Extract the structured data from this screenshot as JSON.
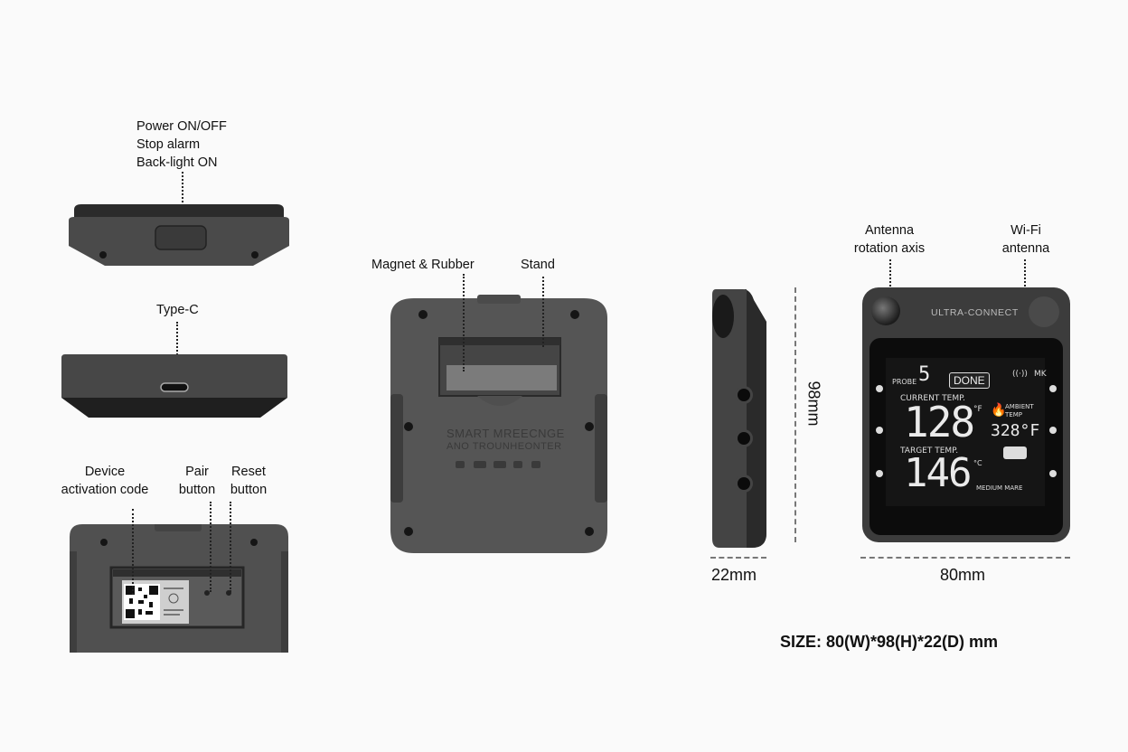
{
  "callouts": {
    "power": [
      "Power ON/OFF",
      "Stop alarm",
      "Back-light ON"
    ],
    "typec": "Type-C",
    "activation": [
      "Device",
      "activation code"
    ],
    "pair": [
      "Pair",
      "button"
    ],
    "reset": [
      "Reset",
      "button"
    ],
    "magnet": "Magnet & Rubber",
    "stand": "Stand",
    "antenna_axis": [
      "Antenna",
      "rotation axis"
    ],
    "wifi": [
      "Wi-Fi",
      "antenna"
    ]
  },
  "device_back": {
    "line1": "SMART MREECNGE",
    "line2": "ANO TROUNHEONTER"
  },
  "device_front": {
    "brand": "ULTRA-CONNECT",
    "done": "DONE",
    "probe_num": "5",
    "probe_label": "PROBE",
    "signal": "MK",
    "current_label": "CURRENT TEMP.",
    "current_value": "128",
    "unit_f": "°F",
    "ambient_label": "AMBIENT TEMP",
    "ambient_value": "328°F",
    "target_label": "TARGET TEMP.",
    "target_value": "146",
    "unit_c": "°C",
    "doneness": "MEDIUM MARE"
  },
  "dimensions": {
    "height": "98mm",
    "depth": "22mm",
    "width": "80mm",
    "size": "SIZE: 80(W)*98(H)*22(D)  mm"
  }
}
